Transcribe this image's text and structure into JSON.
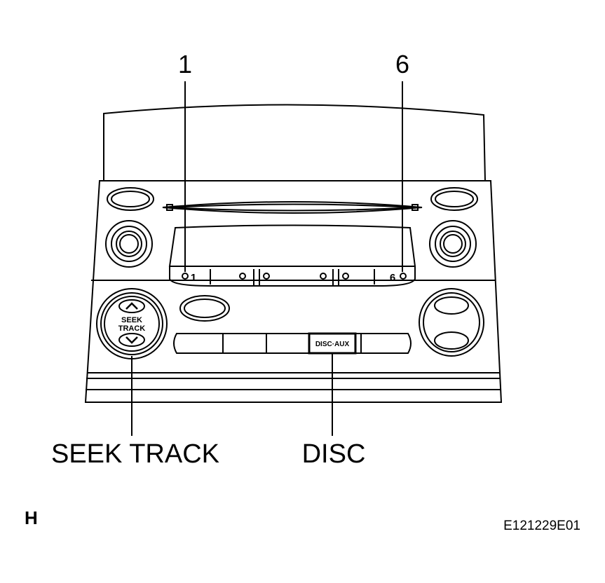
{
  "callouts": {
    "preset_1": "1",
    "preset_6": "6",
    "seek_track": "SEEK TRACK",
    "disc": "DISC"
  },
  "panel_labels": {
    "seek": "SEEK",
    "track": "TRACK",
    "disc_aux": "DISC·AUX",
    "button_1": "1",
    "button_6": "6"
  },
  "footer": {
    "view_letter": "H",
    "figure_code": "E121229E01"
  }
}
